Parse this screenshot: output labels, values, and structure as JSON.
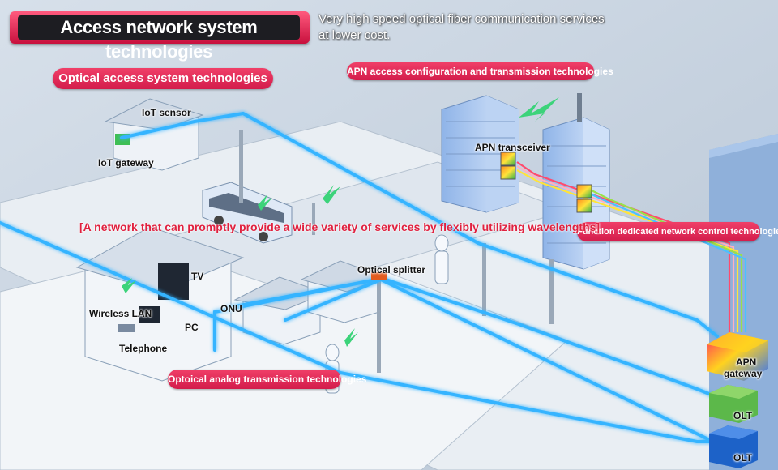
{
  "header": {
    "title": "Access network system technologies",
    "subtitle_line1": "Very high speed optical fiber communication services",
    "subtitle_line2": "at lower cost."
  },
  "section_labels": {
    "optical_access": "Optical access system technologies",
    "apn_access": "APN access configuration and transmission technologies",
    "function_dedicated": "Function dedicated network control technologies",
    "analog_transmission": "Optoical analog transmission technologies"
  },
  "headline": "[A network that can promptly provide a wide variety of services by flexibly utilizing wavelengths]",
  "device_labels": {
    "iot_sensor": "IoT sensor",
    "iot_gateway": "IoT gateway",
    "apn_transceiver": "APN transceiver",
    "tv": "TV",
    "onu": "ONU",
    "wireless_lan": "Wireless LAN",
    "pc": "PC",
    "telephone": "Telephone",
    "optical_splitter": "Optical splitter",
    "apn_gateway_line1": "APN",
    "apn_gateway_line2": "gateway",
    "olt_1": "OLT",
    "olt_2": "OLT"
  },
  "colors": {
    "accent_red": "#d31c4b",
    "fiber_blue": "#35b4ff",
    "olt_green": "#5cb84a",
    "olt_blue": "#1d62c8",
    "headline_red": "#e0213f"
  },
  "icons": [
    "wireless-signal-icon",
    "building-icon",
    "house-icon",
    "bus-icon",
    "person-icon",
    "utility-pole-icon"
  ]
}
